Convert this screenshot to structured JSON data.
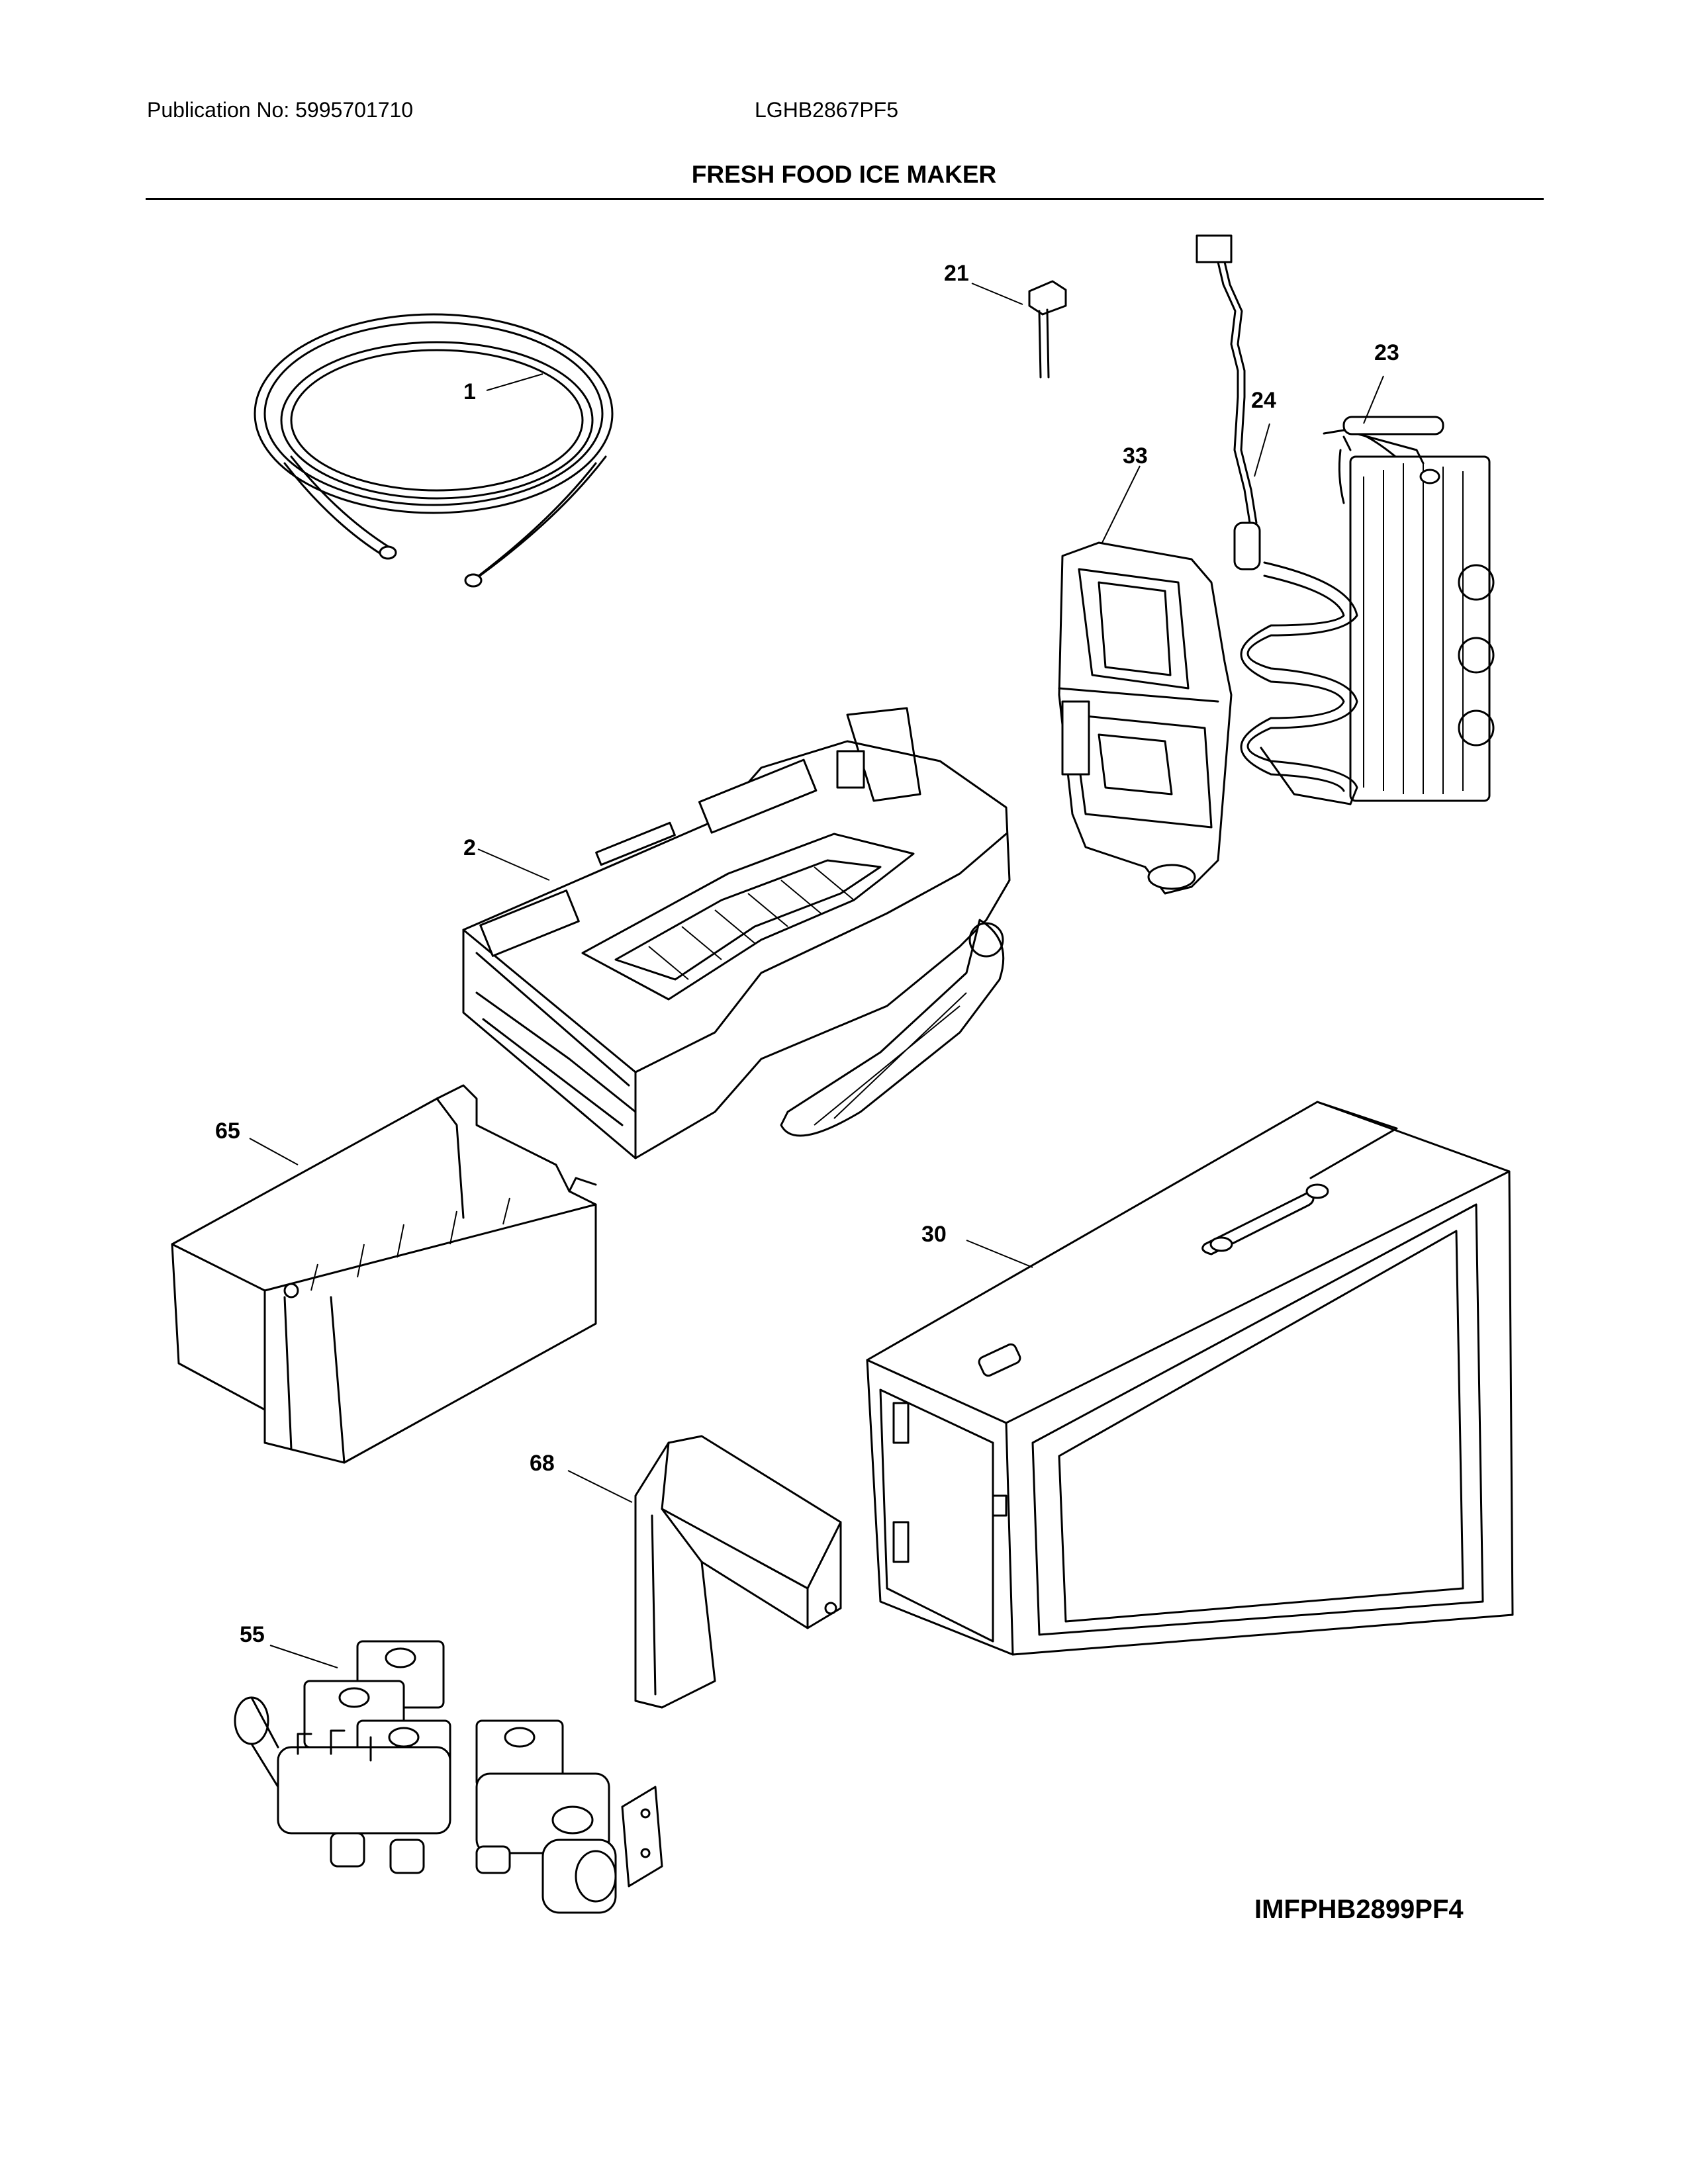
{
  "header": {
    "publication": "Publication No: 5995701710",
    "model": "LGHB2867PF5",
    "title": "FRESH FOOD ICE MAKER"
  },
  "callouts": {
    "c1": "1",
    "c2": "2",
    "c21": "21",
    "c23": "23",
    "c24": "24",
    "c30": "30",
    "c33": "33",
    "c55": "55",
    "c65": "65",
    "c68": "68"
  },
  "footer": {
    "figure_id": "IMFPHB2899PF4"
  }
}
